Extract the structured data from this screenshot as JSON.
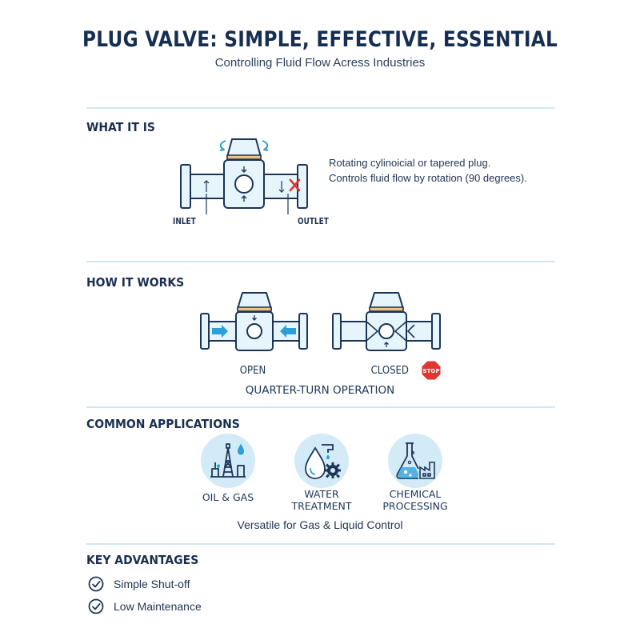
{
  "header": {
    "title": "PLUG VALVE: SIMPLE, EFFECTIVE, ESSENTIAL",
    "subtitle": "Controlling Fluid Flow Acress Industries"
  },
  "what_it_is": {
    "heading": "WHAT IT IS",
    "inlet_label": "INLET",
    "outlet_label": "OUTLET",
    "description_line1": "Rotating cylinoicial or tapered plug.",
    "description_line2": "Controls fluid flow by rotation (90 degrees)."
  },
  "how_it_works": {
    "heading": "HOW IT WORKS",
    "open_label": "OPEN",
    "closed_label": "CLOSED",
    "stop_text": "STOP",
    "operation_label": "QUARTER-TURN OPERATION"
  },
  "applications": {
    "heading": "COMMON APPLICATIONS",
    "items": [
      {
        "line1": "OIL & GAS",
        "line2": "",
        "icon": "oil-rig-icon"
      },
      {
        "line1": "WATER",
        "line2": "TREATMENT",
        "icon": "water-drop-gear-icon"
      },
      {
        "line1": "CHEMICAL",
        "line2": "PROCESSING",
        "icon": "chemical-flask-icon"
      }
    ],
    "note": "Versatile for Gas & Liquid Control"
  },
  "advantages": {
    "heading": "KEY ADVANTAGES",
    "items": [
      "Simple Shut-off",
      "Low Maintenance"
    ]
  },
  "colors": {
    "navy": "#1c3557",
    "pipe_fill": "#e6f4fb",
    "arrow_blue": "#2b9fd8",
    "bonnet_accent": "#f2c27a",
    "stop_red": "#e0362f",
    "icon_circle": "#d3ebf7"
  }
}
